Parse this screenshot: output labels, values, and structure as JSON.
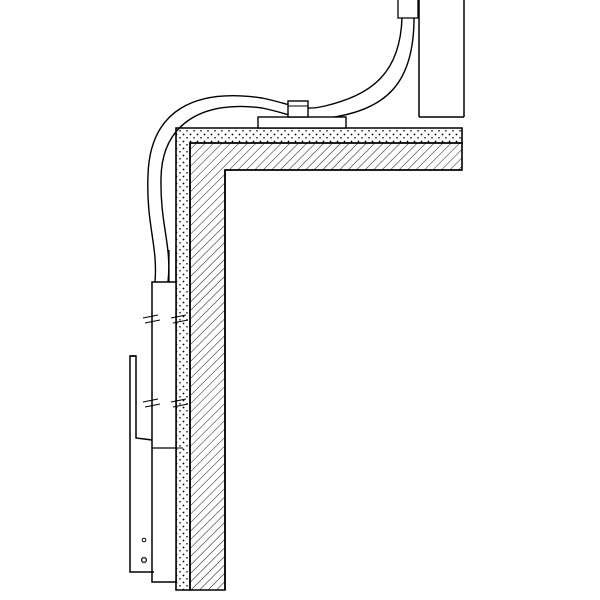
{
  "figure": {
    "kind": "technical-line-drawing",
    "subject": "cable-routed-over-insulated-wall-corner-to-wall-mounted-box",
    "ink_color": "#000000",
    "paper_color": "#ffffff",
    "fills": {
      "insulation_dots": "stippled",
      "wall_hatch": "diagonal"
    },
    "components": [
      "vertical-duct",
      "cable-conduit",
      "cable-gland",
      "mounting-plate",
      "insulation-layer",
      "wall-structure",
      "wall-mounted-box",
      "mounting-bracket"
    ]
  }
}
